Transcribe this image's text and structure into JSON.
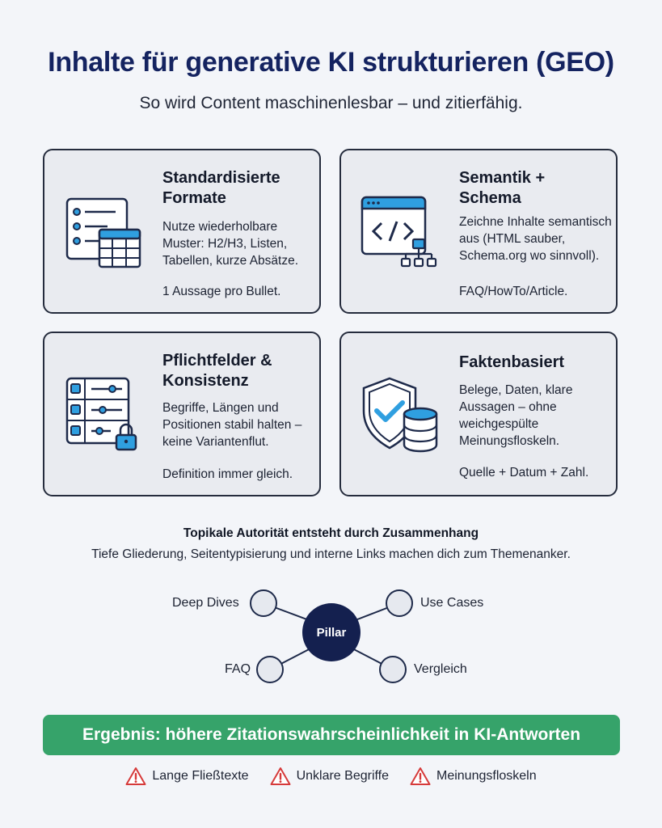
{
  "header": {
    "title": "Inhalte für generative KI strukturieren (GEO)",
    "subtitle": "So wird Content maschinenlesbar – und zitierfähig."
  },
  "cards": [
    {
      "title": "Standardisierte Formate",
      "text": "Nutze wiederholbare Muster: H2/H3, Listen, Tabellen, kurze Absätze.",
      "note": "1 Aussage pro Bullet.",
      "icon": "list-table-icon"
    },
    {
      "title": "Semantik + Schema",
      "text": "Zeichne Inhalte semantisch aus (HTML sauber, Schema.org wo sinnvoll).",
      "note": "FAQ/HowTo/Article.",
      "icon": "code-hierarchy-icon"
    },
    {
      "title": "Pflichtfelder & Konsistenz",
      "text": "Begriffe, Längen und Positionen stabil halten – keine Variantenflut.",
      "note": "Definition immer gleich.",
      "icon": "form-lock-icon"
    },
    {
      "title": "Faktenbasiert",
      "text": "Belege, Daten, klare Aussagen – ohne weichgespülte Meinungsfloskeln.",
      "note": "Quelle + Datum + Zahl.",
      "icon": "shield-database-icon"
    }
  ],
  "topical": {
    "heading": "Topikale Autorität entsteht durch Zusammenhang",
    "text": "Tiefe Gliederung, Seitentypisierung und interne Links machen dich zum Themenanker."
  },
  "hub": {
    "center": "Pillar",
    "nodes": [
      "Deep Dives",
      "Use Cases",
      "FAQ",
      "Vergleich"
    ]
  },
  "result": "Ergebnis: höhere Zitationswahrscheinlichkeit in KI-Antworten",
  "warnings": [
    "Lange Fließtexte",
    "Unklare Begriffe",
    "Meinungsfloskeln"
  ],
  "colors": {
    "title": "#142360",
    "accent_blue": "#2f9fe0",
    "navy": "#14204f",
    "result_green": "#36a36a",
    "warning_red": "#d63a3a"
  }
}
